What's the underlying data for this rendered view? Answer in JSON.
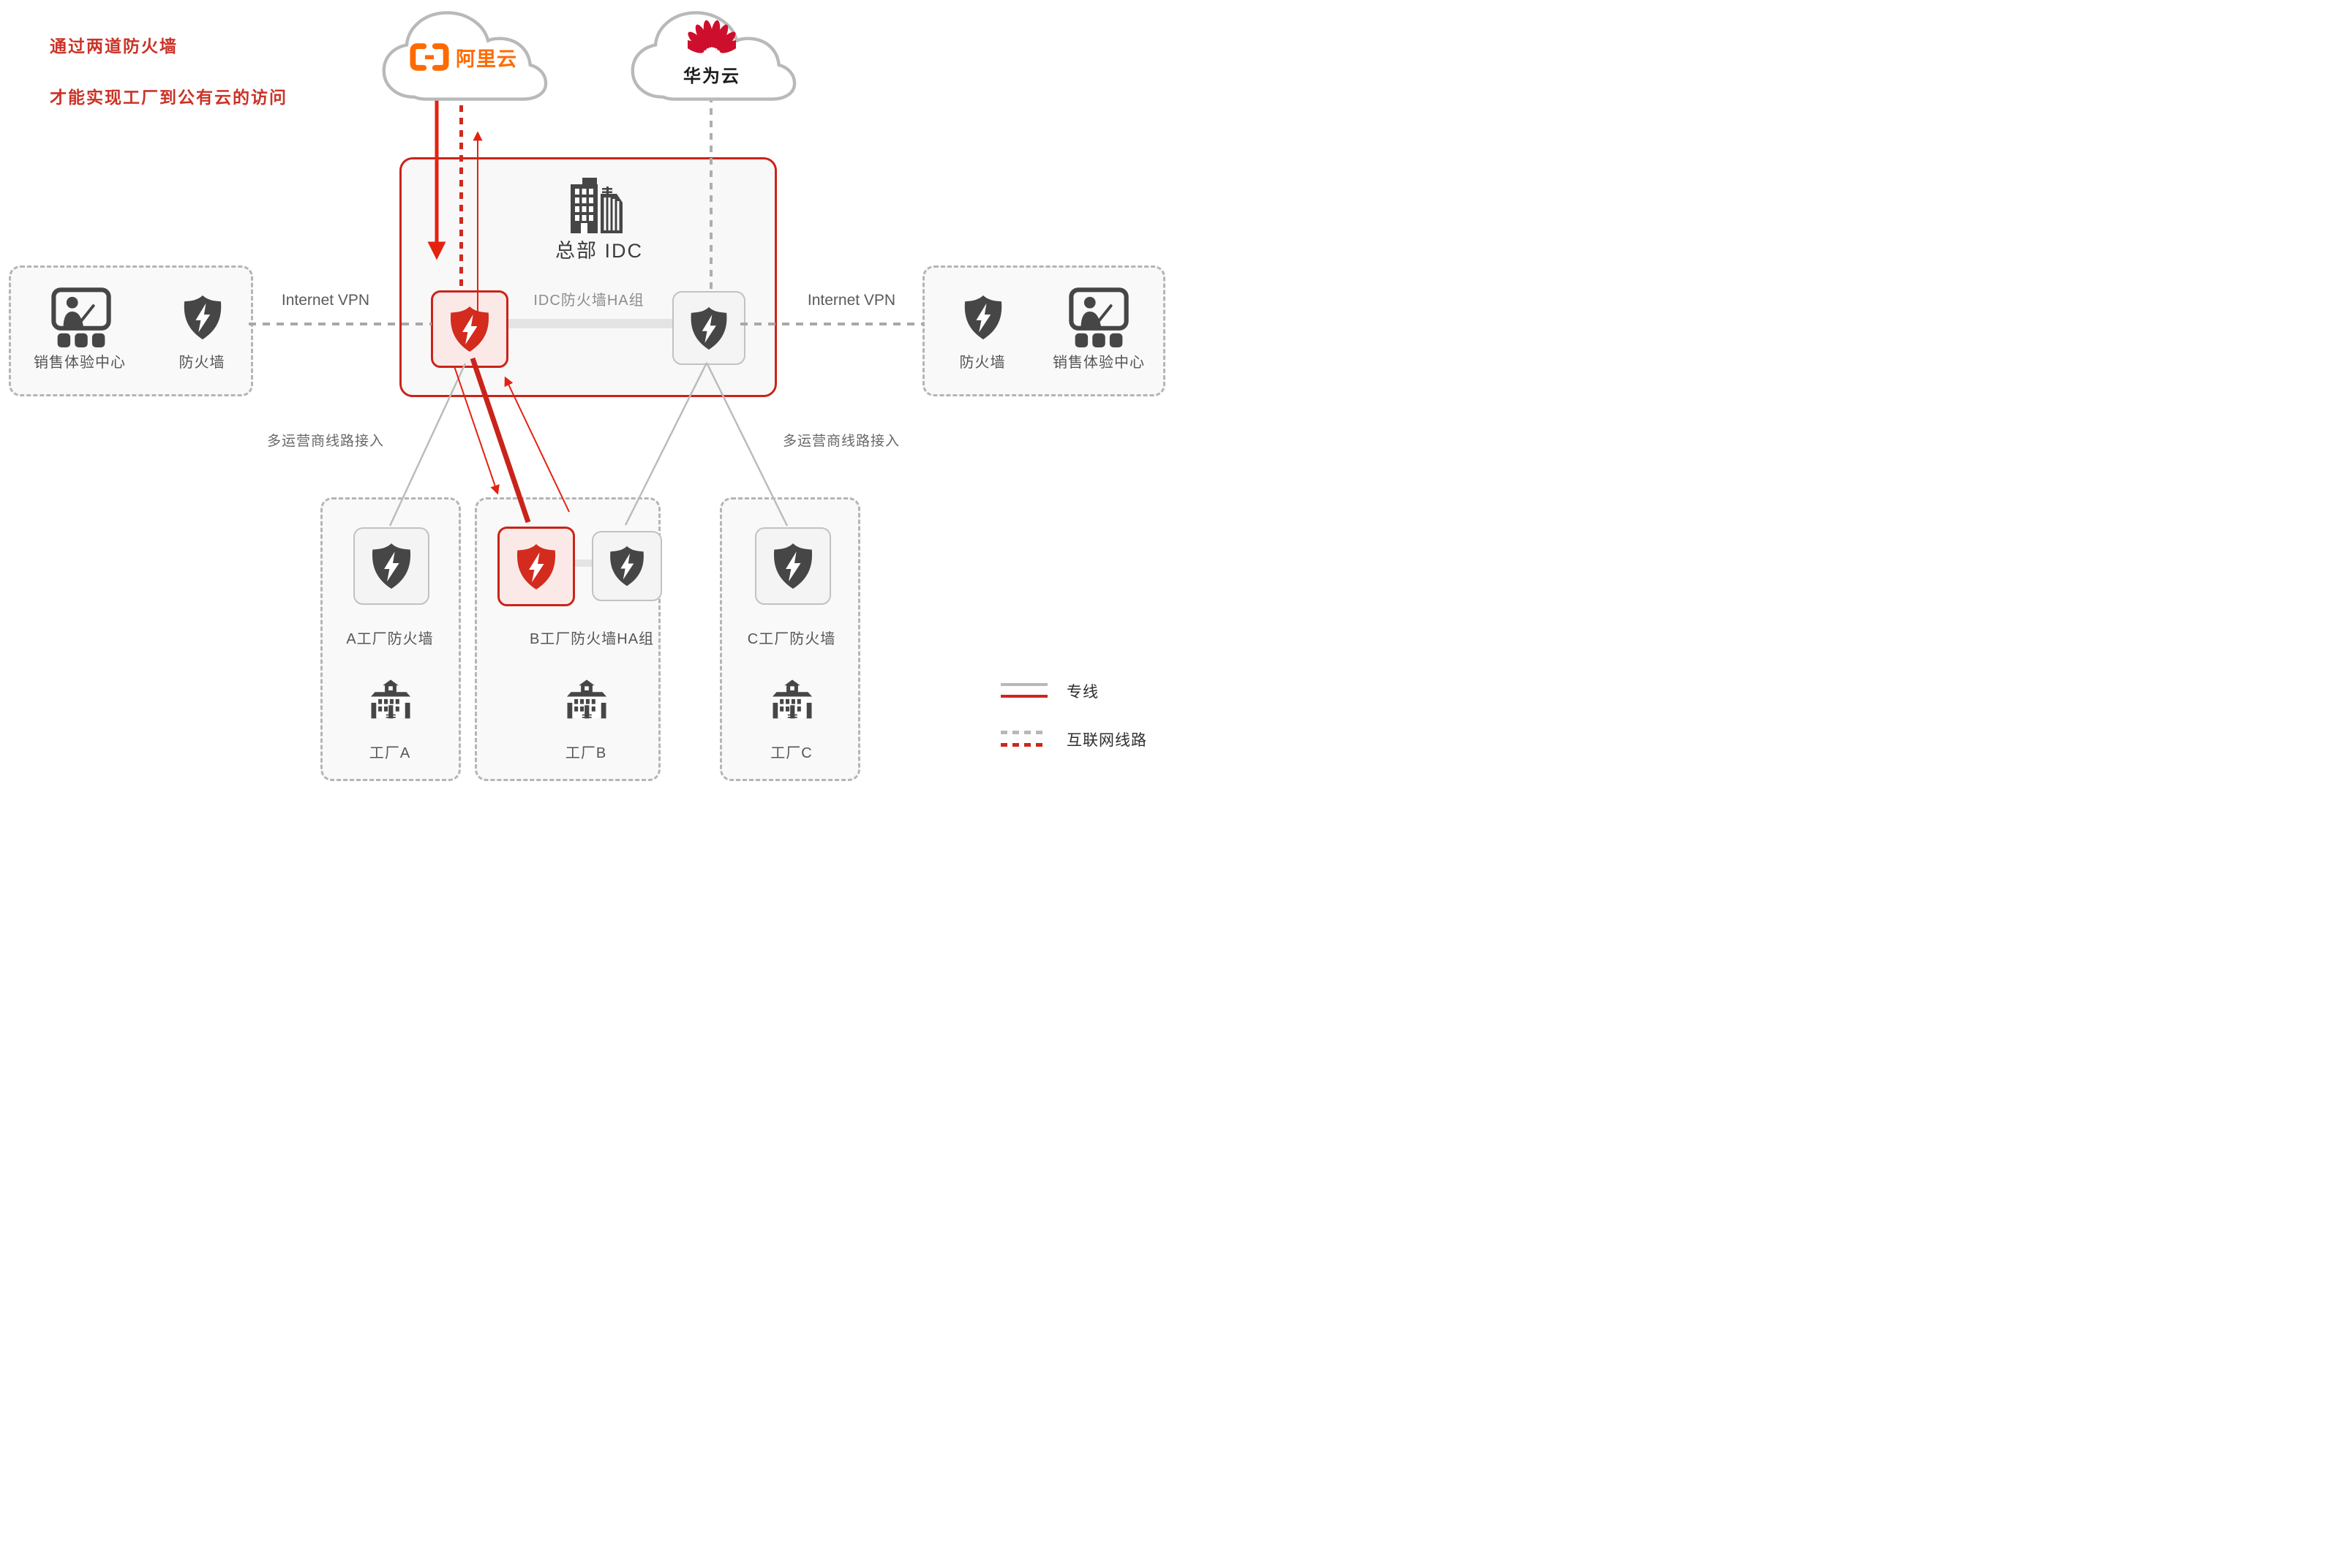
{
  "annotation": {
    "line1": "通过两道防火墙",
    "line2": "才能实现工厂到公有云的访问"
  },
  "clouds": {
    "aliyun": "阿里云",
    "huawei": "华为云"
  },
  "idc": {
    "title": "总部 IDC",
    "ha_label": "IDC防火墙HA组"
  },
  "left_site": {
    "vpn": "Internet VPN",
    "center": "销售体验中心",
    "firewall": "防火墙"
  },
  "right_site": {
    "vpn": "Internet VPN",
    "firewall": "防火墙",
    "center": "销售体验中心"
  },
  "carrier": {
    "left": "多运营商线路接入",
    "right": "多运营商线路接入"
  },
  "factories": [
    {
      "firewall": "A工厂防火墙",
      "name": "工厂A"
    },
    {
      "firewall": "B工厂防火墙HA组",
      "name": "工厂B"
    },
    {
      "firewall": "C工厂防火墙",
      "name": "工厂C"
    }
  ],
  "legend": {
    "dedicated": "专线",
    "internet": "互联网线路"
  },
  "colors": {
    "red": "#d0251a",
    "orange": "#ff6a00",
    "huawei_red": "#ce0e2d",
    "icon_gray": "#464646"
  }
}
